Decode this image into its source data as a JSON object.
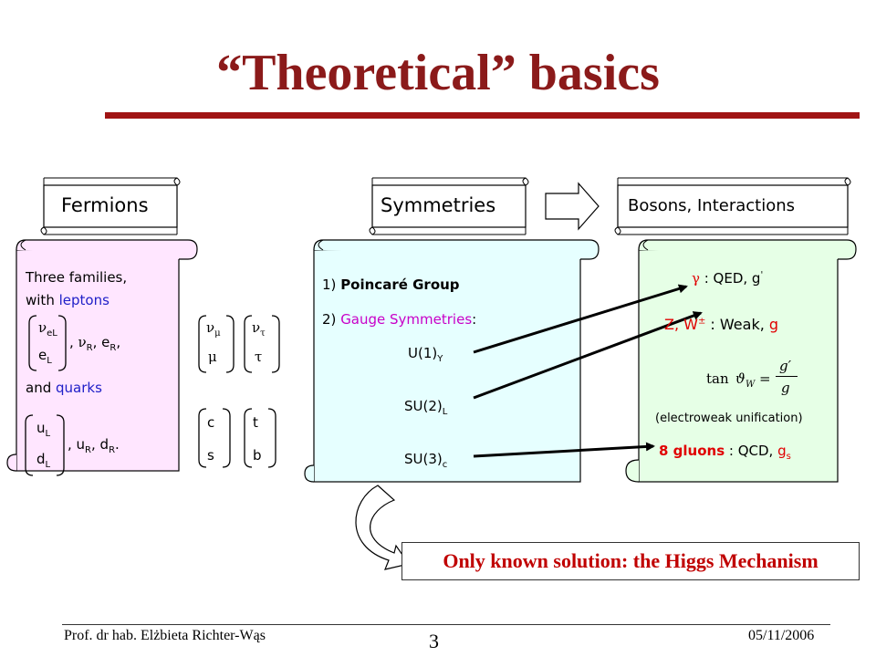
{
  "slide": {
    "title": "“Theoretical” basics",
    "page_number": "3",
    "author": "Prof. dr hab. Elżbieta Richter-Wąs",
    "date": "05/11/2006"
  },
  "scrolls": {
    "fermions_label": "Fermions",
    "symmetries_label": "Symmetries",
    "bosons_label": "Bosons, Interactions"
  },
  "fermions": {
    "line1": "Three families,",
    "with": "with ",
    "leptons": "leptons",
    "nu": "ν",
    "nu_sub": "eL",
    "e": "e",
    "e_sub": "L",
    "singlets_lepton_pre": ", ",
    "nu_r": "ν",
    "nu_r_sub": "R",
    "e_r_sep": ", e",
    "e_r_sub": "R",
    "e_r_post": ",",
    "and": "and ",
    "quarks": "quarks",
    "u": "u",
    "u_sub": "L",
    "d": "d",
    "d_sub": "L",
    "singlets_quark_pre": ", u",
    "u_r_sub": "R",
    "d_r_sep": ", d",
    "d_r_sub": "R",
    "d_r_post": ".",
    "mu_nu": "ν",
    "mu_nu_sub": "μ",
    "mu": "μ",
    "tau_nu": "ν",
    "tau_nu_sub": "τ",
    "tau": "τ",
    "c": "c",
    "s": "s",
    "t": "t",
    "b": "b"
  },
  "symmetries": {
    "item1_num": "1)",
    "item1_text": "Poincaré Group",
    "item2_num": "2)",
    "item2_text": "Gauge Symmetries",
    "item2_colon": ":",
    "u1": "U(1)",
    "u1_sub": "Y",
    "su2": "SU(2)",
    "su2_sub": "L",
    "su3": "SU(3)",
    "su3_sub": "c"
  },
  "bosons": {
    "gamma": "γ",
    "qed": " : QED, g",
    "qed_sup": "'",
    "z": "Z, W",
    "z_sup": "±",
    "weak": " : Weak, ",
    "weak_g": "g",
    "formula_tan": "tan",
    "formula_theta": "ϑ",
    "formula_sub": "W",
    "formula_eq": "=",
    "formula_num": "g′",
    "formula_den": "g",
    "ew": "(electroweak unification)",
    "gluons": "8 gluons",
    "qcd": " : QCD, ",
    "qcd_g": "g",
    "qcd_g_sub": "s"
  },
  "higgs": "Only known solution: the Higgs Mechanism",
  "colors": {
    "title": "#8b1a1a",
    "accent_red": "#e00000",
    "blue": "#2020c8",
    "magenta": "#c800c8",
    "green": "#00a000",
    "fermions_fill": "#ffe6ff",
    "symmetries_fill": "#e6ffff",
    "bosons_fill": "#e6ffe6"
  }
}
